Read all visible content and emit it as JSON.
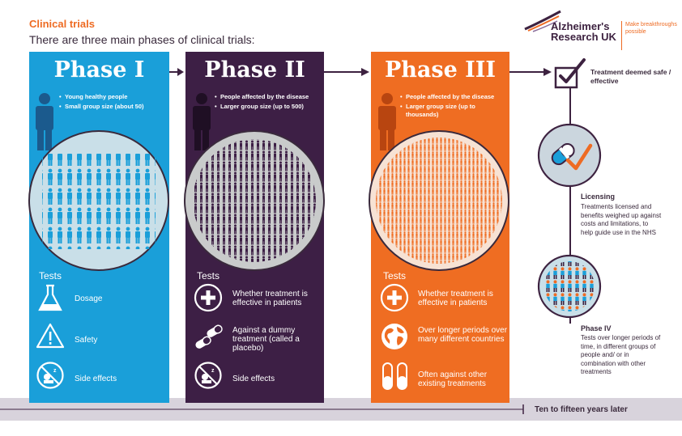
{
  "header": {
    "kicker": "Clinical trials",
    "title": "There are three main phases of clinical trials:"
  },
  "logo": {
    "name": "Alzheimer's Research UK",
    "tagline": "Make breakthroughs possible"
  },
  "colors": {
    "phase1": "#1a9fd9",
    "phase2": "#3d1f45",
    "phase3": "#ef6d22",
    "accent_purple": "#3d2240",
    "orange": "#ee6b23",
    "timeline": "#d8d3dc"
  },
  "phases": [
    {
      "title": "Phase I",
      "bullets": [
        "Young healthy people",
        "Small group size (about 50)"
      ],
      "tests_label": "Tests",
      "tests": [
        {
          "icon": "flask-icon",
          "label": "Dosage"
        },
        {
          "icon": "warning-icon",
          "label": "Safety"
        },
        {
          "icon": "sleep-no-icon",
          "label": "Side effects"
        }
      ]
    },
    {
      "title": "Phase II",
      "bullets": [
        "People affected by the disease",
        "Larger group size (up to 500)"
      ],
      "tests_label": "Tests",
      "tests": [
        {
          "icon": "plus-icon",
          "label": "Whether treatment is effective in patients"
        },
        {
          "icon": "pills-icon",
          "label": "Against a dummy treatment (called a placebo)"
        },
        {
          "icon": "sleep-no-icon",
          "label": "Side effects"
        }
      ]
    },
    {
      "title": "Phase III",
      "bullets": [
        "People affected by the disease",
        "Larger group size (up to thousands)"
      ],
      "tests_label": "Tests",
      "tests": [
        {
          "icon": "plus-icon",
          "label": "Whether treatment is effective in patients"
        },
        {
          "icon": "globe-icon",
          "label": "Over longer periods over many different countries"
        },
        {
          "icon": "capsule-icon",
          "label": "Often against other existing treatments"
        }
      ]
    }
  ],
  "side": {
    "approved": "Treatment deemed safe / effective",
    "licensing_title": "Licensing",
    "licensing_text": "Treatments licensed and benefits weighed up against costs and limitations, to help guide use in the NHS",
    "phase4_title": "Phase IV",
    "phase4_text": "Tests over longer periods of time, in different groups of people and/ or in combination with other treatments"
  },
  "timeline": {
    "label": "Ten to fifteen years later"
  }
}
